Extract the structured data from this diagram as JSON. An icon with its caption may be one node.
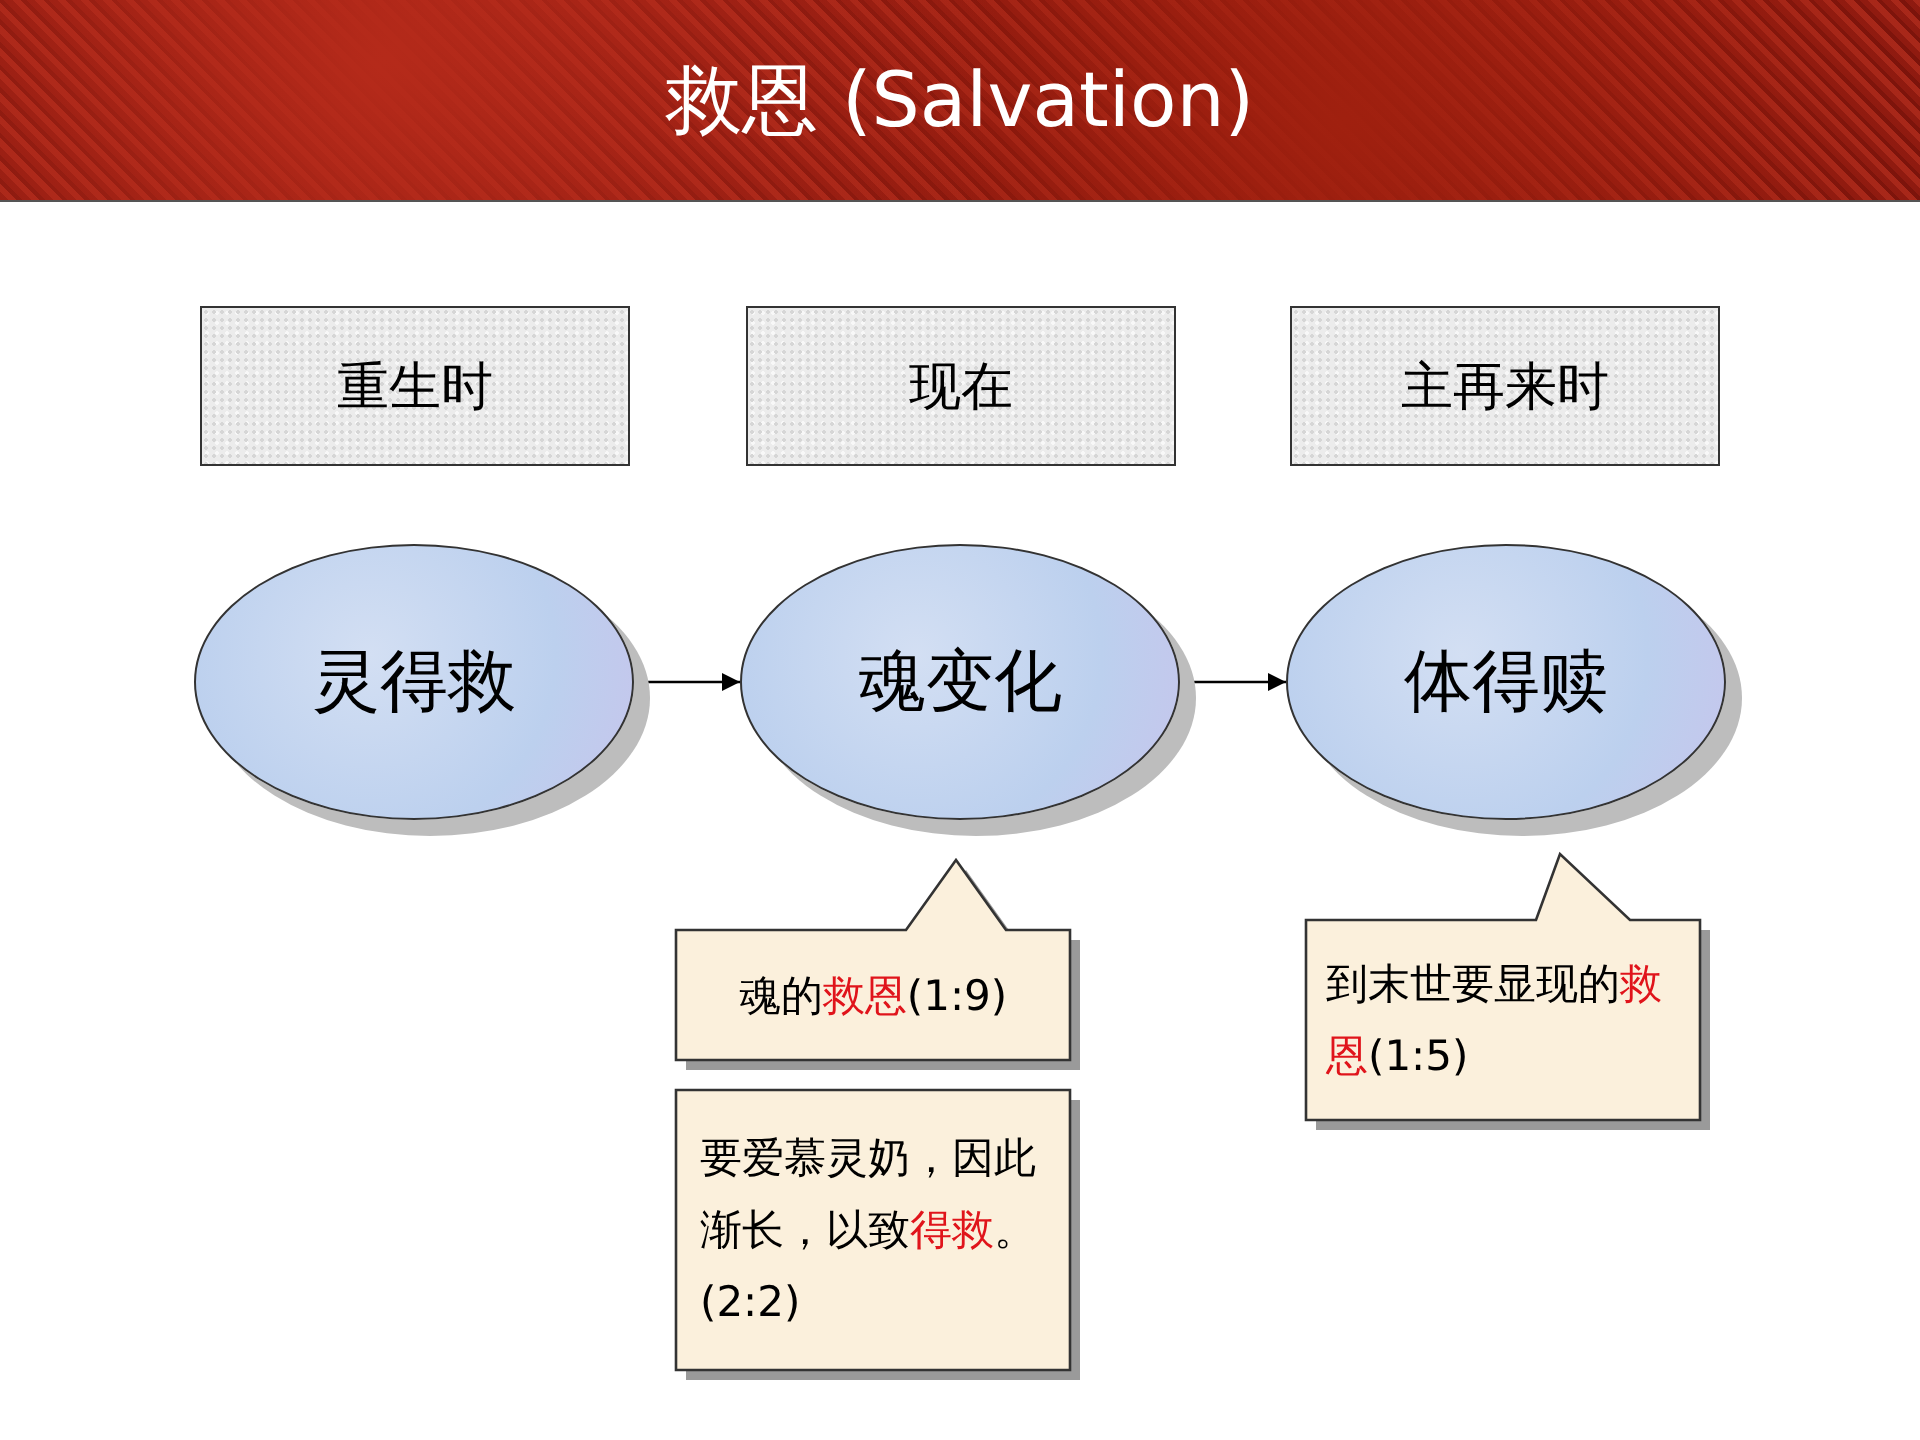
{
  "diagram": {
    "title": "救恩 (Salvation)",
    "nodes": [
      {
        "text": [
          "重生时"
        ]
      },
      {
        "text": [
          "现在"
        ]
      },
      {
        "text": [
          "主再来时"
        ]
      },
      {
        "text": [
          "灵得救"
        ]
      },
      {
        "text": [
          "魂变化"
        ]
      },
      {
        "text": [
          "体得赎"
        ]
      },
      {
        "text": [
          "魂的**救恩**(1:9)"
        ]
      },
      {
        "text": [
          "要爱慕灵奶，因此渐长，以致**得救**。(2:2)"
        ]
      },
      {
        "text": [
          "到末世要显现的**救恩**(1:5)"
        ]
      }
    ],
    "edges": [
      {
        "from": 3,
        "to": 4,
        "arrow": "to"
      },
      {
        "from": 4,
        "to": 5,
        "arrow": "to"
      }
    ]
  }
}
